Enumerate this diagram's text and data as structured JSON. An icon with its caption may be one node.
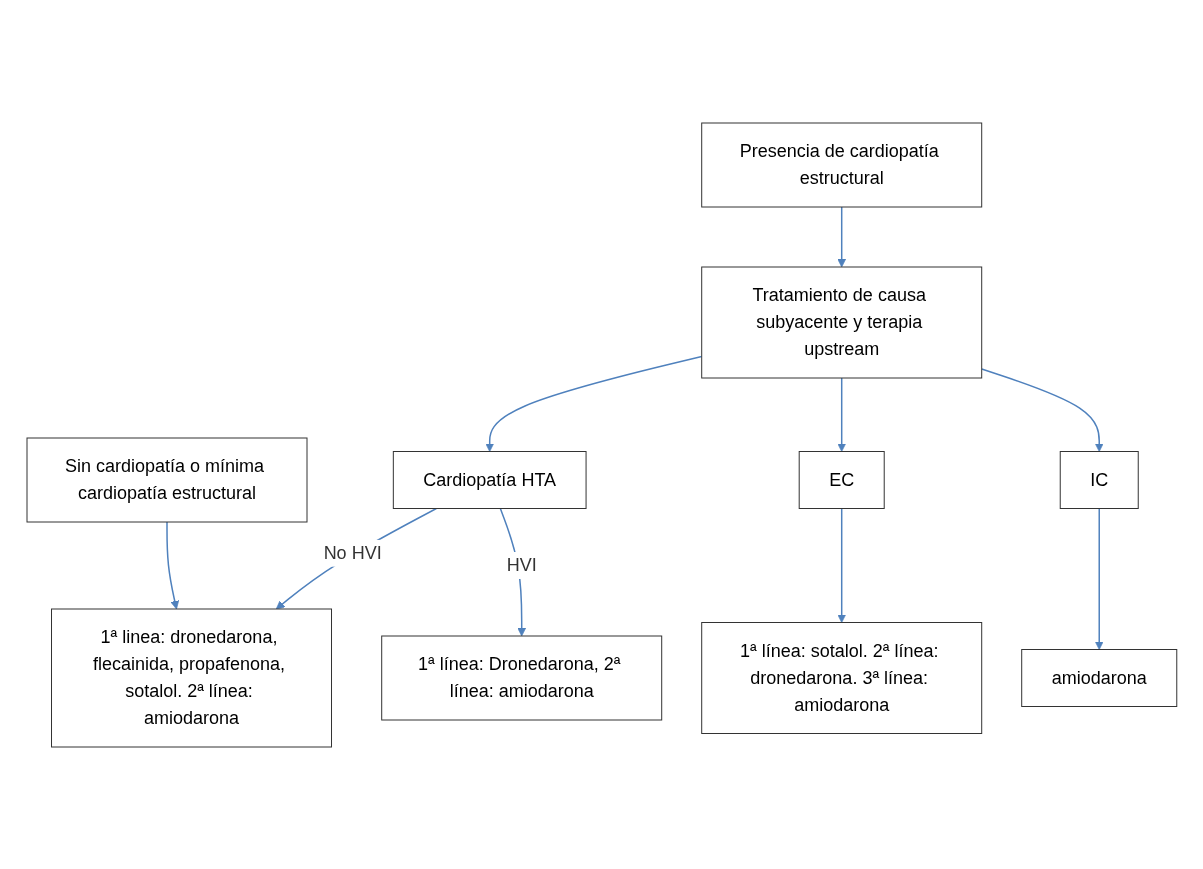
{
  "diagram": {
    "nodes": [
      {
        "text": [
          "Sin cardiopatía o mínima cardiopatía estructural"
        ]
      },
      {
        "text": [
          "Presencia de cardiopatía estructural"
        ]
      },
      {
        "text": [
          "Tratamiento de causa subyacente y terapia upstream"
        ]
      },
      {
        "text": [
          "Cardiopatía HTA"
        ]
      },
      {
        "text": [
          "EC"
        ]
      },
      {
        "text": [
          "IC"
        ]
      },
      {
        "text": [
          "1ª linea: dronedarona, flecainida, propafenona, sotalol. 2ª línea: amiodarona"
        ]
      },
      {
        "text": [
          "1ª línea: Dronedarona, 2ª línea: amiodarona"
        ]
      },
      {
        "text": [
          "1ª línea: sotalol. 2ª línea: dronedarona. 3ª línea: amiodarona"
        ]
      },
      {
        "text": [
          "amiodarona"
        ]
      }
    ],
    "edges": [
      {
        "from": 0,
        "to": 6,
        "arrow": "to"
      },
      {
        "from": 1,
        "to": 2,
        "arrow": "to"
      },
      {
        "from": 2,
        "to": 3,
        "arrow": "to"
      },
      {
        "from": 2,
        "to": 4,
        "arrow": "to"
      },
      {
        "from": 2,
        "to": 5,
        "arrow": "to"
      },
      {
        "from": 3,
        "to": 6,
        "label": "No HVI",
        "arrow": "to"
      },
      {
        "from": 3,
        "to": 7,
        "label": "HVI",
        "arrow": "to"
      },
      {
        "from": 4,
        "to": 8,
        "arrow": "to"
      },
      {
        "from": 5,
        "to": 9,
        "arrow": "to"
      }
    ]
  }
}
